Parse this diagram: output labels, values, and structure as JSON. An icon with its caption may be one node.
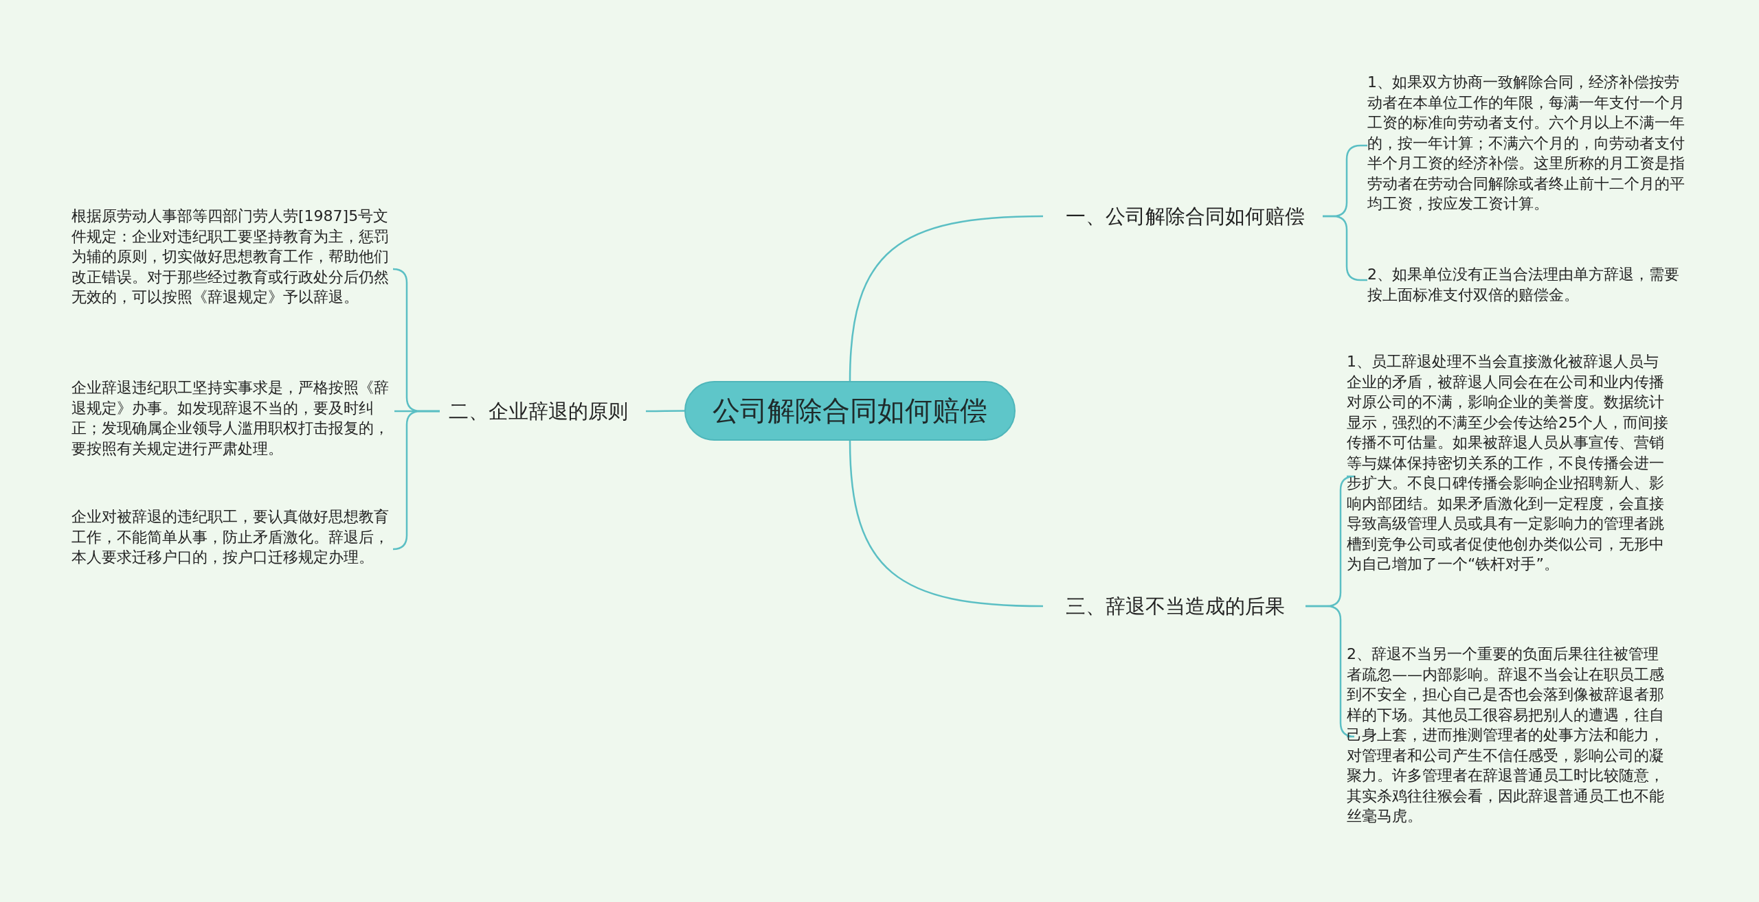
{
  "diagram": {
    "nodes": [
      {
        "text": [
          "公司解除合同如何赔偿"
        ]
      },
      {
        "text": [
          "一、公司解除合同如何赔偿"
        ]
      },
      {
        "text": [
          "1、如果双方协商一致解除合同，经济补偿按劳动者在本单位工作的年限，每满一年支付一个月工资的标准向劳动者支付。六个月以上不满一年的，按一年计算；不满六个月的，向劳动者支付半个月工资的经济补偿。这里所称的月工资是指劳动者在劳动合同解除或者终止前十二个月的平均工资，按应发工资计算。"
        ]
      },
      {
        "text": [
          "2、如果单位没有正当合法理由单方辞退，需要按上面标准支付双倍的赔偿金。"
        ]
      },
      {
        "text": [
          "二、企业辞退的原则"
        ]
      },
      {
        "text": [
          "根据原劳动人事部等四部门劳人劳[1987]5号文件规定：企业对违纪职工要坚持教育为主，惩罚为辅的原则，切实做好思想教育工作，帮助他们改正错误。对于那些经过教育或行政处分后仍然无效的，可以按照《辞退规定》予以辞退。"
        ]
      },
      {
        "text": [
          "企业辞退违纪职工坚持实事求是，严格按照《辞退规定》办事。如发现辞退不当的，要及时纠正；发现确属企业领导人滥用职权打击报复的，要按照有关规定进行严肃处理。"
        ]
      },
      {
        "text": [
          "企业对被辞退的违纪职工，要认真做好思想教育工作，不能简单从事，防止矛盾激化。辞退后，本人要求迁移户口的，按户口迁移规定办理。"
        ]
      },
      {
        "text": [
          "三、辞退不当造成的后果"
        ]
      },
      {
        "text": [
          "1、员工辞退处理不当会直接激化被辞退人员与企业的矛盾，被辞退人同会在在公司和业内传播对原公司的不满，影响企业的美誉度。数据统计显示，强烈的不满至少会传达给25个人，而间接传播不可估量。如果被辞退人员从事宣传、营销等与媒体保持密切关系的工作，不良传播会进一步扩大。不良口碑传播会影响企业招聘新人、影响内部团结。如果矛盾激化到一定程度，会直接导致高级管理人员或具有一定影响力的管理者跳槽到竞争公司或者促使他创办类似公司，无形中为自己增加了一个“铁杆对手”。"
        ]
      },
      {
        "text": [
          "2、辞退不当另一个重要的负面后果往往被管理者疏忽——内部影响。辞退不当会让在职员工感到不安全，担心自己是否也会落到像被辞退者那样的下场。其他员工很容易把别人的遭遇，往自己身上套，进而推测管理者的处事方法和能力，对管理者和公司产生不信任感受，影响公司的凝聚力。许多管理者在辞退普通员工时比较随意，其实杀鸡往往猴会看，因此辞退普通员工也不能丝毫马虎。"
        ]
      }
    ],
    "edges": [
      {
        "from": 0,
        "to": 1,
        "arrow": "none"
      },
      {
        "from": 1,
        "to": 2,
        "arrow": "none"
      },
      {
        "from": 1,
        "to": 3,
        "arrow": "none"
      },
      {
        "from": 0,
        "to": 4,
        "arrow": "none"
      },
      {
        "from": 4,
        "to": 5,
        "arrow": "none"
      },
      {
        "from": 4,
        "to": 6,
        "arrow": "none"
      },
      {
        "from": 4,
        "to": 7,
        "arrow": "none"
      },
      {
        "from": 0,
        "to": 8,
        "arrow": "none"
      },
      {
        "from": 8,
        "to": 9,
        "arrow": "none"
      },
      {
        "from": 8,
        "to": 10,
        "arrow": "none"
      }
    ]
  }
}
